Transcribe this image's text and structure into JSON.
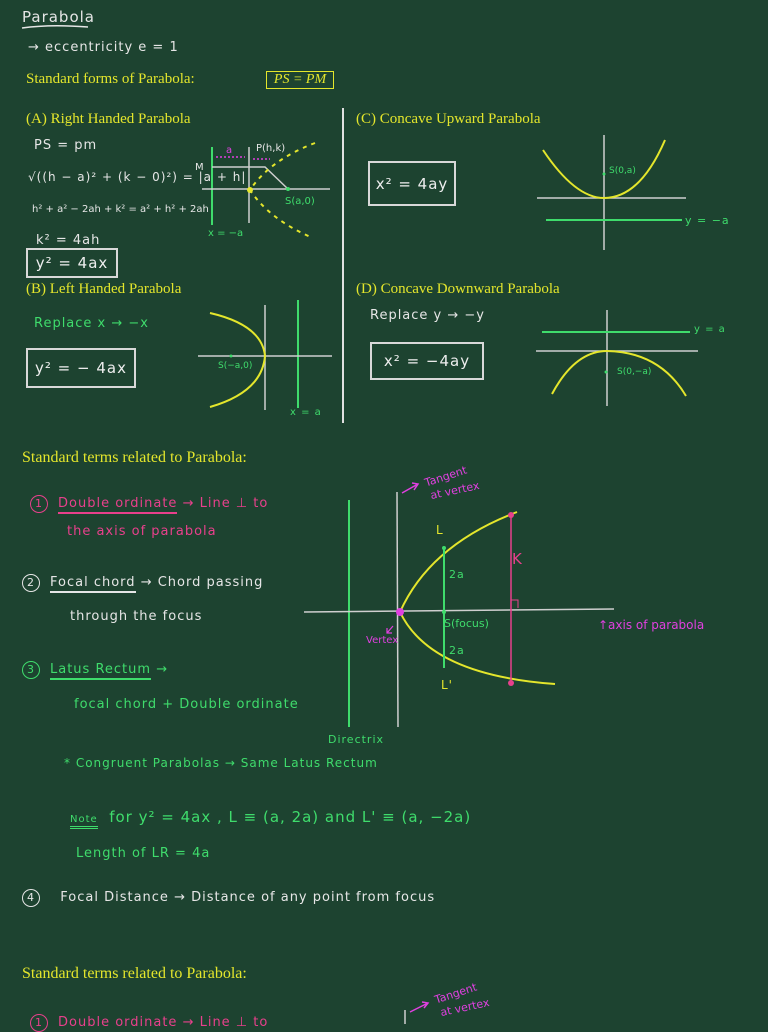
{
  "title": "Parabola",
  "eccentricity": "→ eccentricity  e = 1",
  "standard_forms": {
    "heading": "Standard forms of Parabola:",
    "definition_box": "PS = PM",
    "A": {
      "heading": "(A) Right Handed Parabola",
      "steps": [
        "PS = pm",
        "√((h − a)² + (k − 0)²) = |a + h|",
        "h² + a² − 2ah + k² = a² + h² + 2ah",
        "k² = 4ah"
      ],
      "result": "y² = 4ax",
      "labels": {
        "a": "a",
        "P": "P(h,k)",
        "M": "M",
        "S": "S(a,0)",
        "directrix": "x = −a"
      }
    },
    "B": {
      "heading": "(B)  Left Handed Parabola",
      "replace": "Replace x → −x",
      "result": "y² = − 4ax",
      "labels": {
        "S": "S(−a,0)",
        "directrix": "x = a"
      }
    },
    "C": {
      "heading": "(C) Concave Upward Parabola",
      "result": "x² = 4ay",
      "labels": {
        "S": "S(0,a)",
        "directrix": "y = −a"
      }
    },
    "D": {
      "heading": "(D) Concave Downward Parabola",
      "replace": "Replace y → −y",
      "result": "x² = −4ay",
      "labels": {
        "S": "S(0,−a)",
        "directrix": "y = a"
      }
    }
  },
  "terms": {
    "heading": "Standard terms related to Parabola:",
    "items": [
      {
        "num": "1",
        "term": "Double ordinate",
        "line1": "→ Line ⊥ to",
        "line2": "the axis of parabola"
      },
      {
        "num": "2",
        "term": "Focal chord",
        "line1": "→ Chord passing",
        "line2": "through the focus"
      },
      {
        "num": "3",
        "term": "Latus Rectum",
        "line1": "→",
        "line2": "focal chord + Double ordinate"
      }
    ],
    "diagram": {
      "tangent": "Tangent",
      "tangent2": "at vertex",
      "L": "L",
      "L_prime": "L'",
      "two_a_top": "2a",
      "two_a_bottom": "2a",
      "K": "K",
      "focus": "S(focus)",
      "vertex": "Vertex",
      "axis": "↑axis of parabola",
      "directrix": "Directrix"
    },
    "congruent": "* Congruent Parabolas → Same Latus Rectum",
    "note_label": "Note",
    "note": "for  y² = 4ax ,  L ≡ (a, 2a)  and  L' ≡ (a, −2a)",
    "length": "Length of  LR = 4a",
    "item4": {
      "num": "4",
      "text": "Focal Distance → Distance of any point from focus"
    }
  },
  "repeat": {
    "heading": "Standard terms related to Parabola:",
    "item1": "Double ordinate → Line ⊥ to",
    "tangent": "Tangent",
    "tangent2": "at vertex"
  }
}
